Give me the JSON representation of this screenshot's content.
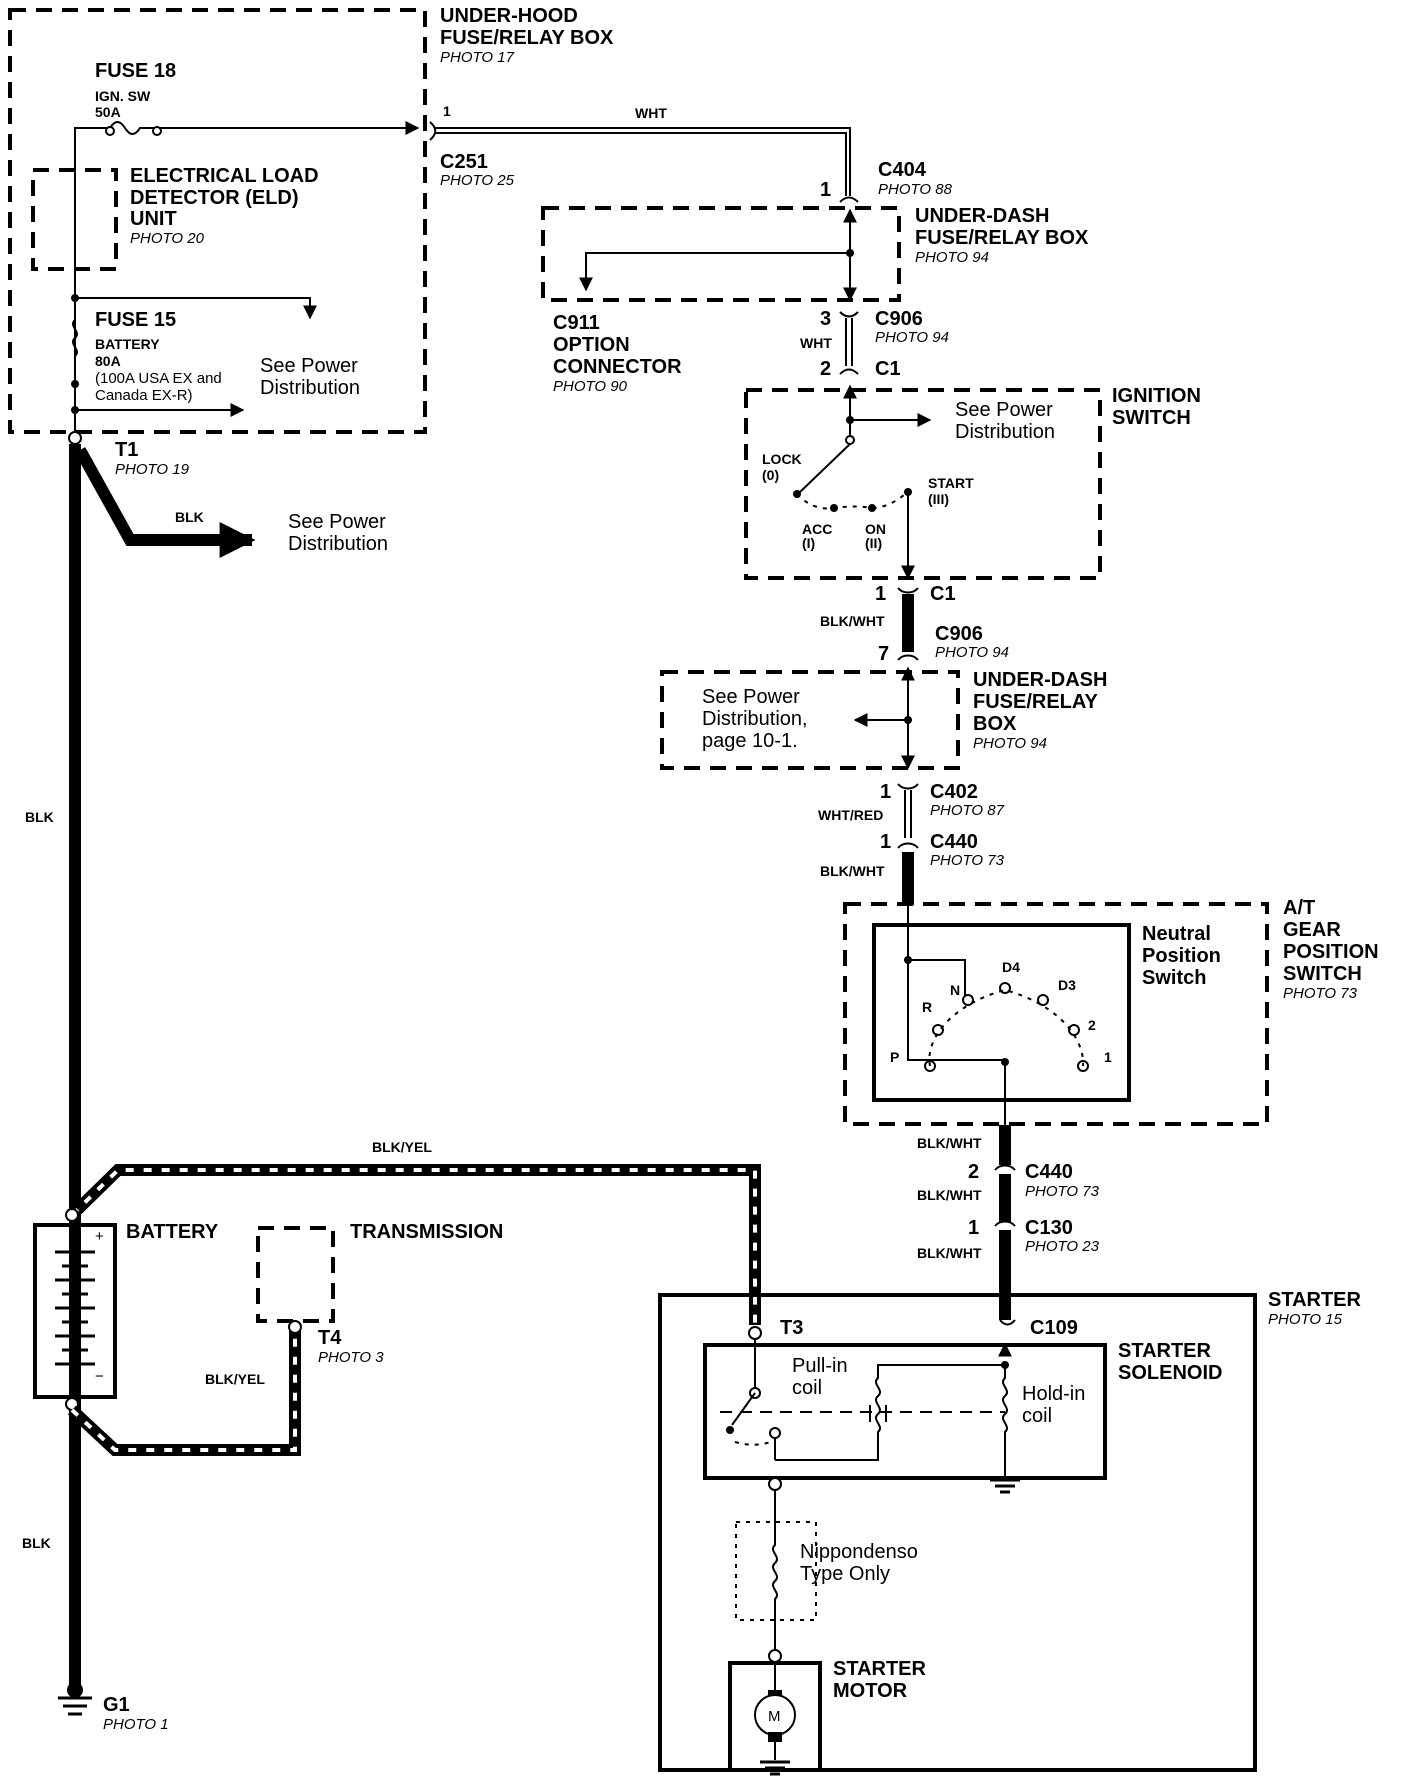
{
  "under_hood_box": {
    "title_1": "UNDER-HOOD",
    "title_2": "FUSE/RELAY BOX",
    "photo": "PHOTO 17"
  },
  "fuse18": {
    "name": "FUSE 18",
    "sub": "IGN. SW",
    "rating": "50A"
  },
  "eld": {
    "line1": "ELECTRICAL LOAD",
    "line2": "DETECTOR (ELD)",
    "line3": "UNIT",
    "photo": "PHOTO 20"
  },
  "fuse15": {
    "name": "FUSE 15",
    "sub": "BATTERY",
    "rating": "80A",
    "note1": "(100A USA EX and",
    "note2": "Canada EX-R)"
  },
  "see_power": {
    "line1": "See Power",
    "line2": "Distribution"
  },
  "see_power_page": {
    "line1": "See Power",
    "line2": "Distribution,",
    "line3": "page 10-1."
  },
  "c251": {
    "pin": "1",
    "name": "C251",
    "photo": "PHOTO 25"
  },
  "wires": {
    "wht": "WHT",
    "blk": "BLK",
    "blk_wht": "BLK/WHT",
    "wht_red": "WHT/RED",
    "blk_yel": "BLK/YEL"
  },
  "c404": {
    "pin": "1",
    "name": "C404",
    "photo": "PHOTO 88"
  },
  "under_dash_1": {
    "title_1": "UNDER-DASH",
    "title_2": "FUSE/RELAY BOX",
    "photo": "PHOTO 94"
  },
  "c911": {
    "name": "C911",
    "line2": "OPTION",
    "line3": "CONNECTOR",
    "photo": "PHOTO 90"
  },
  "c906_top": {
    "pin_a": "3",
    "name": "C906",
    "photo": "PHOTO 94",
    "pin_b": "2",
    "c1": "C1"
  },
  "ignition": {
    "title_1": "IGNITION",
    "title_2": "SWITCH",
    "lock": "LOCK",
    "lock_n": "(0)",
    "acc": "ACC",
    "acc_n": "(I)",
    "on": "ON",
    "on_n": "(II)",
    "start": "START",
    "start_n": "(III)"
  },
  "c1_lower": {
    "pin": "1",
    "name": "C1"
  },
  "c906_lower": {
    "name": "C906",
    "photo": "PHOTO 94",
    "pin": "7"
  },
  "under_dash_2": {
    "title_1": "UNDER-DASH",
    "title_2": "FUSE/RELAY",
    "title_3": "BOX",
    "photo": "PHOTO 94"
  },
  "c402": {
    "pin": "1",
    "name": "C402",
    "photo": "PHOTO 87"
  },
  "c440_top": {
    "pin": "1",
    "name": "C440",
    "photo": "PHOTO 73"
  },
  "at_switch": {
    "title_1": "A/T",
    "title_2": "GEAR",
    "title_3": "POSITION",
    "title_4": "SWITCH",
    "photo": "PHOTO 73",
    "nps_1": "Neutral",
    "nps_2": "Position",
    "nps_3": "Switch",
    "positions": [
      "P",
      "R",
      "N",
      "D4",
      "D3",
      "2",
      "1"
    ]
  },
  "c440_bottom": {
    "pin": "2",
    "name": "C440",
    "photo": "PHOTO 73"
  },
  "c130": {
    "pin": "1",
    "name": "C130",
    "photo": "PHOTO 23"
  },
  "t1": {
    "name": "T1",
    "photo": "PHOTO 19"
  },
  "battery": {
    "label": "BATTERY",
    "plus": "+",
    "minus": "−"
  },
  "transmission": {
    "label": "TRANSMISSION"
  },
  "t4": {
    "name": "T4",
    "photo": "PHOTO 3"
  },
  "starter": {
    "title": "STARTER",
    "photo": "PHOTO 15"
  },
  "t3": {
    "name": "T3"
  },
  "c109": {
    "name": "C109"
  },
  "solenoid": {
    "title_1": "STARTER",
    "title_2": "SOLENOID",
    "pull_1": "Pull-in",
    "pull_2": "coil",
    "hold_1": "Hold-in",
    "hold_2": "coil"
  },
  "nippondenso": {
    "line1": "Nippondenso",
    "line2": "Type Only"
  },
  "motor": {
    "title_1": "STARTER",
    "title_2": "MOTOR",
    "symbol": "M"
  },
  "g1": {
    "name": "G1",
    "photo": "PHOTO 1"
  }
}
